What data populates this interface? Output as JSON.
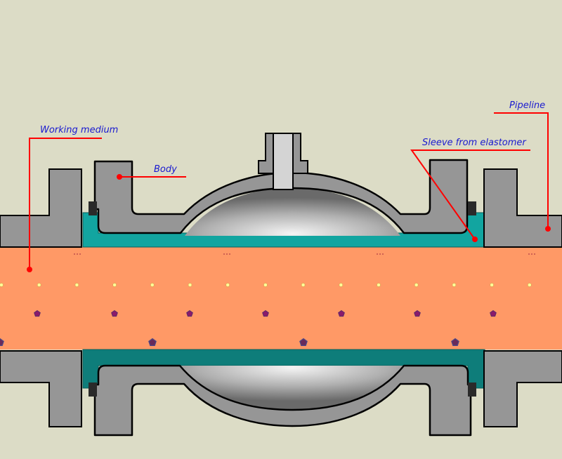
{
  "labels": {
    "working_medium": "Working medium",
    "body": "Body",
    "pipeline": "Pipeline",
    "sleeve": "Sleeve from elastomer"
  },
  "colors": {
    "background": "#dcdcc6",
    "metal": "#969696",
    "metal_outline": "#000000",
    "sleeve": "#12a5a0",
    "sleeve_shadow": "#0e7d7a",
    "medium": "#ff9966",
    "leader_line": "#ff0000",
    "label_text": "#1a1ad0",
    "particle_light": "#ffff99",
    "particle_dark": "#8b1a6b"
  }
}
